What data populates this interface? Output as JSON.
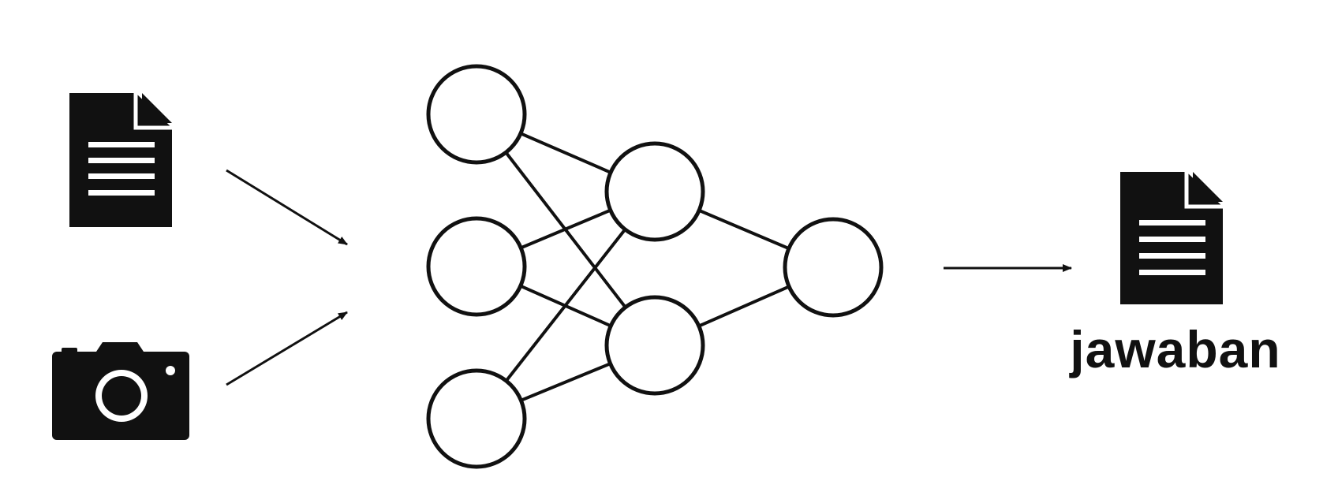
{
  "output": {
    "label": "jawaban"
  },
  "icons": {
    "input_document": "document-icon",
    "input_camera": "camera-icon",
    "output_document": "document-icon"
  },
  "colors": {
    "stroke": "#111111",
    "fill": "#ffffff",
    "icon": "#111111"
  },
  "network": {
    "layers": [
      3,
      2,
      1
    ],
    "connections": [
      [
        "in-0",
        "hid-0"
      ],
      [
        "in-0",
        "hid-1"
      ],
      [
        "in-1",
        "hid-0"
      ],
      [
        "in-1",
        "hid-1"
      ],
      [
        "in-2",
        "hid-0"
      ],
      [
        "in-2",
        "hid-1"
      ],
      [
        "hid-0",
        "out-0"
      ],
      [
        "hid-1",
        "out-0"
      ]
    ]
  }
}
